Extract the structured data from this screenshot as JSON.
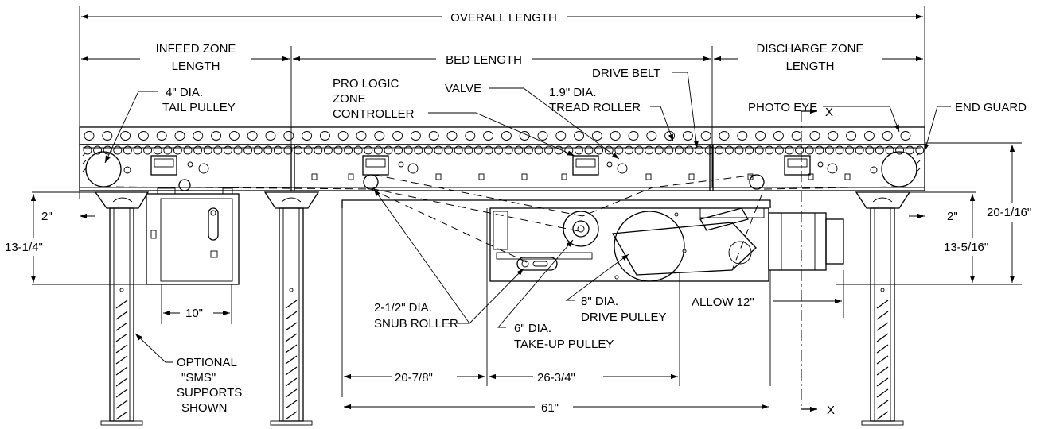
{
  "labels": {
    "overall_length": "OVERALL LENGTH",
    "infeed_1": "INFEED ZONE",
    "infeed_2": "LENGTH",
    "bed_length": "BED LENGTH",
    "discharge_1": "DISCHARGE  ZONE",
    "discharge_2": "LENGTH",
    "tail_pulley_1": "4\" DIA.",
    "tail_pulley_2": "TAIL PULLEY",
    "pro_logic_1": "PRO LOGIC",
    "pro_logic_2": "ZONE",
    "pro_logic_3": "CONTROLLER",
    "valve": "VALVE",
    "tread_roller_1": "1.9\" DIA.",
    "tread_roller_2": "TREAD ROLLER",
    "drive_belt": "DRIVE BELT",
    "photo_eye": "PHOTO EYE",
    "end_guard": "END GUARD",
    "section_x_top": "X",
    "section_x_bottom": "X",
    "dim_2_left": "2\"",
    "dim_2_right": "2\"",
    "dim_13_1_4": "13-1/4\"",
    "dim_13_5_16": "13-5/16\"",
    "dim_20_1_16": "20-1/16\"",
    "dim_10": "10\"",
    "allow_12": "ALLOW 12\"",
    "snub_1": "2-1/2\" DIA.",
    "snub_2": "SNUB ROLLER",
    "takeup_1": "6\" DIA.",
    "takeup_2": "TAKE-UP PULLEY",
    "drive_pulley_1": "8\" DIA.",
    "drive_pulley_2": "DRIVE PULLEY",
    "sms_1": "OPTIONAL",
    "sms_2": "\"SMS\"",
    "sms_3": "SUPPORTS",
    "sms_4": "SHOWN",
    "dim_20_7_8": "20-7/8\"",
    "dim_26_3_4": "26-3/4\"",
    "dim_61": "61\""
  }
}
